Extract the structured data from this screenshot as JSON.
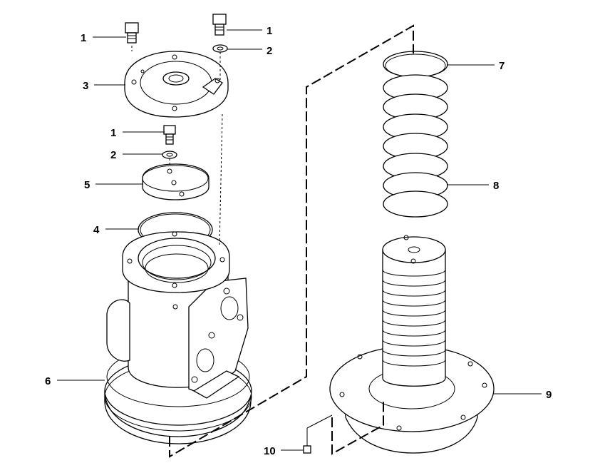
{
  "callouts": {
    "c1a": "1",
    "c1b": "1",
    "c1c": "1",
    "c2a": "2",
    "c2b": "2",
    "c3": "3",
    "c4": "4",
    "c5": "5",
    "c6": "6",
    "c7": "7",
    "c8": "8",
    "c9": "9",
    "c10": "10"
  },
  "colors": {
    "line": "#000000",
    "background": "#ffffff"
  }
}
